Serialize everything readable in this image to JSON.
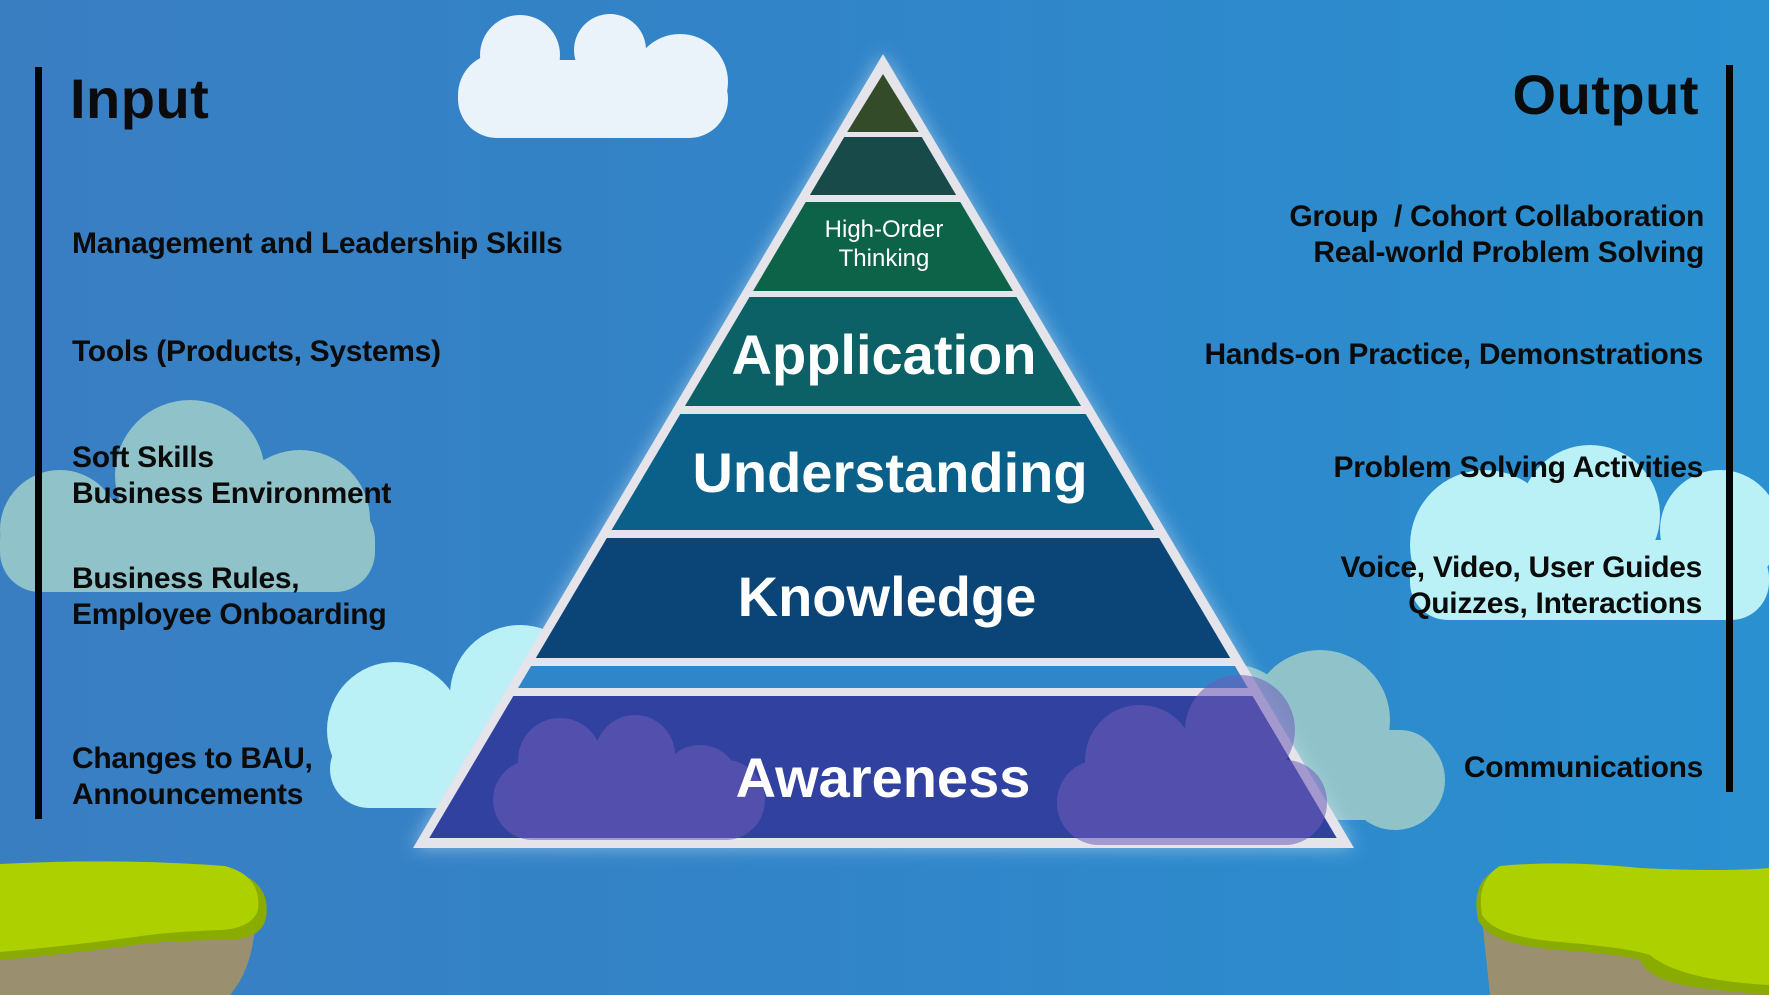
{
  "input": {
    "heading": "Input",
    "items": [
      "Management and Leadership Skills",
      "Tools (Products, Systems)",
      "Soft Skills\nBusiness Environment",
      "Business Rules,\nEmployee Onboarding",
      "Changes to BAU,\nAnnouncements"
    ]
  },
  "output": {
    "heading": "Output",
    "items": [
      "Group  / Cohort Collaboration\nReal-world Problem Solving",
      "Hands-on Practice, Demonstrations",
      "Problem Solving Activities",
      "Voice, Video, User Guides\nQuizzes, Interactions",
      "Communications"
    ]
  },
  "pyramid": {
    "layers": [
      {
        "label": "",
        "color": "#344b2a"
      },
      {
        "label": "",
        "color": "#194a4a"
      },
      {
        "label": "High-Order\nThinking",
        "color": "#0d6348"
      },
      {
        "label": "Application",
        "color": "#0b6166"
      },
      {
        "label": "Understanding",
        "color": "#0b6089"
      },
      {
        "label": "Knowledge",
        "color": "#0b4577"
      },
      {
        "label": "",
        "color": "#2f86c8"
      },
      {
        "label": "Awareness",
        "color": "#3041a0"
      }
    ],
    "outline_color": "#e4e4ea"
  },
  "colors": {
    "sky": "#3184c8",
    "cloud_white": "#eaf2fa",
    "cloud_cyan": "#b9f1f6",
    "cloud_teal": "#8fc3c9",
    "grass": "#acd000",
    "grass_dark": "#8aab00",
    "rock": "#9a9070"
  }
}
